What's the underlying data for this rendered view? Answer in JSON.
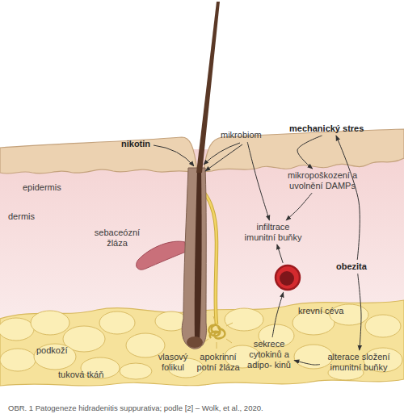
{
  "diagram": {
    "caption": "OBR. 1 Patogeneze hidradenitis suppurativa; podle [2] – Wolk, et al., 2020.",
    "nodes": [
      {
        "text": [
          "mikrobiom"
        ]
      },
      {
        "text": [
          "mechanický stres"
        ]
      },
      {
        "text": [
          "mikropoškození a uvolnění DAMPs"
        ]
      },
      {
        "text": [
          "infiltrace imunitní buňky"
        ]
      },
      {
        "text": [
          "obezita"
        ]
      },
      {
        "text": [
          "krevní céva"
        ]
      },
      {
        "text": [
          "sekrece cytokinů a adipo- kinů"
        ]
      },
      {
        "text": [
          "alterace složení imunitní buňky"
        ]
      }
    ],
    "edges": [
      {
        "from": 1,
        "to": 2,
        "arrow": "to"
      },
      {
        "from": 0,
        "to": 3,
        "arrow": "to"
      },
      {
        "from": 2,
        "to": 3,
        "arrow": "to"
      },
      {
        "from": 4,
        "to": 1,
        "arrow": "to"
      },
      {
        "from": 4,
        "to": 7,
        "arrow": "to"
      },
      {
        "from": 7,
        "to": 6,
        "arrow": "to"
      },
      {
        "from": 6,
        "to": 5,
        "arrow": "to"
      },
      {
        "from": 5,
        "to": 3,
        "arrow": "to"
      }
    ],
    "labels": [
      "nikotin",
      "epidermis",
      "dermis",
      "sebaceózní žláza",
      "vlasový folikul",
      "apokrinní potní žláza",
      "podkoží",
      "tuková tkáň"
    ]
  }
}
